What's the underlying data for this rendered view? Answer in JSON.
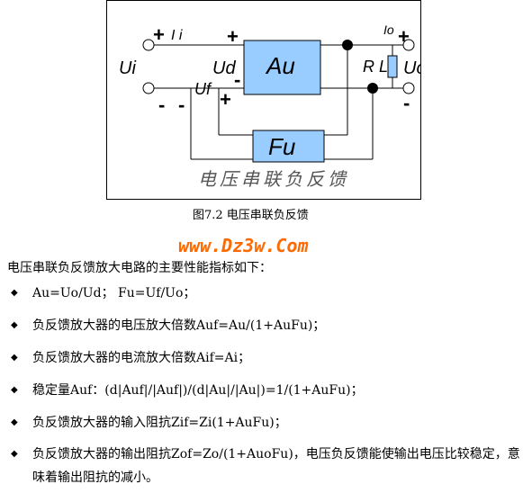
{
  "figure": {
    "labels": {
      "ii": "I i",
      "ui": "Ui",
      "ud": "Ud",
      "uf": "Uf",
      "io": "Io",
      "rl": "R L",
      "uo": "Uo",
      "au": "Au",
      "fu": "Fu",
      "plus": "+",
      "minus": "-"
    },
    "title": "电压串联负反馈",
    "colors": {
      "block": "#99ccff",
      "title": "#555555"
    }
  },
  "caption": "图7.2   电压串联负反馈",
  "watermark": "www.Dz3w.Com",
  "intro": "电压串联负反馈放大电路的主要性能指标如下：",
  "bullet_symbol": "◆",
  "bullets": [
    "Au=Uo/Ud； Fu=Uf/Uo；",
    "负反馈放大器的电压放大倍数Auf=Au/(1+AuFu)；",
    "负反馈放大器的电流放大倍数Aif=Ai；",
    "稳定量Auf：(d|Auf|/|Auf|)/(d|Au|/|Au|)=1/(1+AuFu)；",
    "负反馈放大器的输入阻抗Zif=Zi(1+AuFu)；",
    "负反馈放大器的输出阻抗Zof=Zo/(1+AuoFu)，电压负反馈能使输出电压比较稳定，意味着输出阻抗的减小。"
  ]
}
